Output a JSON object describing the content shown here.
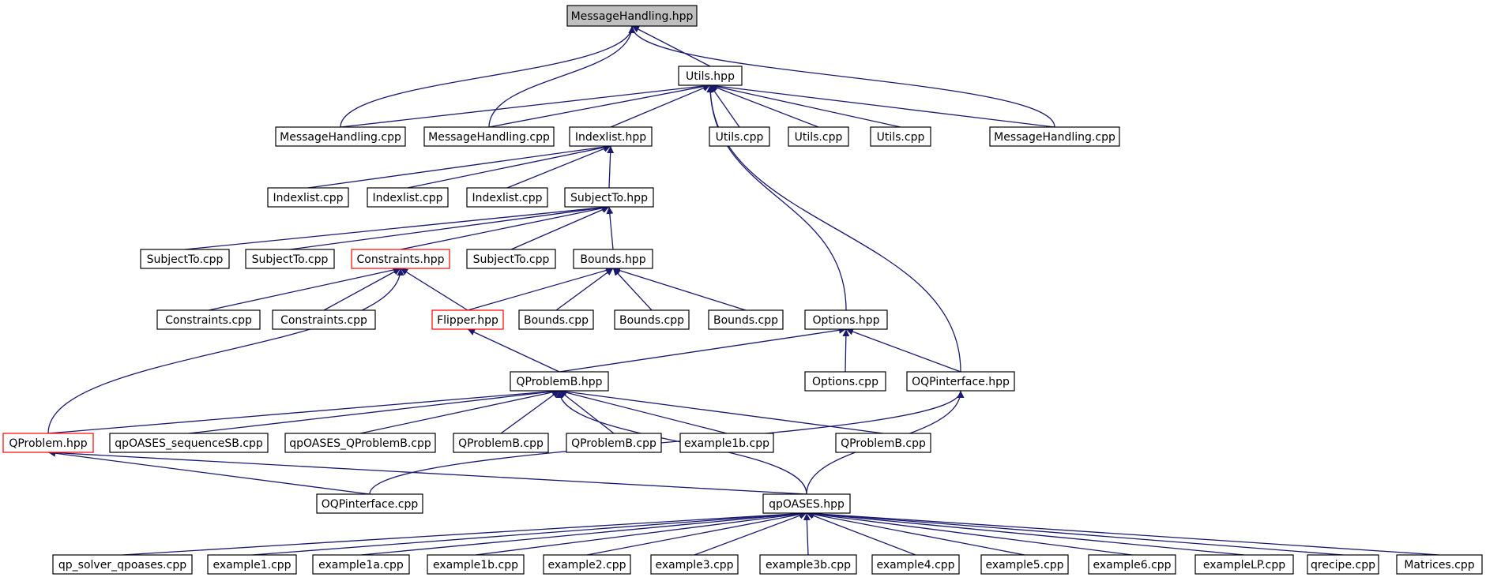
{
  "colors": {
    "edge": "#191970",
    "node_border": "#000000",
    "incomplete_border": "#ff0000",
    "root_fill": "#bfbfbf",
    "node_fill": "#ffffff"
  },
  "nodes": [
    {
      "id": "mh_hpp",
      "label": "MessageHandling.hpp",
      "style": "root"
    },
    {
      "id": "utils_hpp",
      "label": "Utils.hpp",
      "style": "normal"
    },
    {
      "id": "mh1",
      "label": "MessageHandling.cpp",
      "style": "normal"
    },
    {
      "id": "mh2",
      "label": "MessageHandling.cpp",
      "style": "normal"
    },
    {
      "id": "indexlist_hpp",
      "label": "Indexlist.hpp",
      "style": "normal"
    },
    {
      "id": "utils1",
      "label": "Utils.cpp",
      "style": "normal"
    },
    {
      "id": "utils2",
      "label": "Utils.cpp",
      "style": "normal"
    },
    {
      "id": "utils3",
      "label": "Utils.cpp",
      "style": "normal"
    },
    {
      "id": "mh3",
      "label": "MessageHandling.cpp",
      "style": "normal"
    },
    {
      "id": "il1",
      "label": "Indexlist.cpp",
      "style": "normal"
    },
    {
      "id": "il2",
      "label": "Indexlist.cpp",
      "style": "normal"
    },
    {
      "id": "il3",
      "label": "Indexlist.cpp",
      "style": "normal"
    },
    {
      "id": "subjectto_hpp",
      "label": "SubjectTo.hpp",
      "style": "normal"
    },
    {
      "id": "st1",
      "label": "SubjectTo.cpp",
      "style": "normal"
    },
    {
      "id": "st2",
      "label": "SubjectTo.cpp",
      "style": "normal"
    },
    {
      "id": "constraints_hpp",
      "label": "Constraints.hpp",
      "style": "incomplete"
    },
    {
      "id": "st3",
      "label": "SubjectTo.cpp",
      "style": "normal"
    },
    {
      "id": "bounds_hpp",
      "label": "Bounds.hpp",
      "style": "normal"
    },
    {
      "id": "c1",
      "label": "Constraints.cpp",
      "style": "normal"
    },
    {
      "id": "c2",
      "label": "Constraints.cpp",
      "style": "normal"
    },
    {
      "id": "flipper_hpp",
      "label": "Flipper.hpp",
      "style": "incomplete"
    },
    {
      "id": "b1",
      "label": "Bounds.cpp",
      "style": "normal"
    },
    {
      "id": "b2",
      "label": "Bounds.cpp",
      "style": "normal"
    },
    {
      "id": "b3",
      "label": "Bounds.cpp",
      "style": "normal"
    },
    {
      "id": "options_hpp",
      "label": "Options.hpp",
      "style": "normal"
    },
    {
      "id": "qpb_hpp",
      "label": "QProblemB.hpp",
      "style": "normal"
    },
    {
      "id": "options_cpp",
      "label": "Options.cpp",
      "style": "normal"
    },
    {
      "id": "oqp_hpp",
      "label": "OQPinterface.hpp",
      "style": "normal"
    },
    {
      "id": "qp_hpp",
      "label": "QProblem.hpp",
      "style": "incomplete"
    },
    {
      "id": "seqsb",
      "label": "qpOASES_sequenceSB.cpp",
      "style": "normal"
    },
    {
      "id": "qpoqpb",
      "label": "qpOASES_QProblemB.cpp",
      "style": "normal"
    },
    {
      "id": "qpb1",
      "label": "QProblemB.cpp",
      "style": "normal"
    },
    {
      "id": "qpb2",
      "label": "QProblemB.cpp",
      "style": "normal"
    },
    {
      "id": "ex1b_a",
      "label": "example1b.cpp",
      "style": "normal"
    },
    {
      "id": "qpb3",
      "label": "QProblemB.cpp",
      "style": "normal"
    },
    {
      "id": "oqp_cpp",
      "label": "OQPinterface.cpp",
      "style": "normal"
    },
    {
      "id": "qpoases_hpp",
      "label": "qpOASES.hpp",
      "style": "normal"
    },
    {
      "id": "qpsolver",
      "label": "qp_solver_qpoases.cpp",
      "style": "normal"
    },
    {
      "id": "ex1",
      "label": "example1.cpp",
      "style": "normal"
    },
    {
      "id": "ex1a",
      "label": "example1a.cpp",
      "style": "normal"
    },
    {
      "id": "ex1b",
      "label": "example1b.cpp",
      "style": "normal"
    },
    {
      "id": "ex2",
      "label": "example2.cpp",
      "style": "normal"
    },
    {
      "id": "ex3",
      "label": "example3.cpp",
      "style": "normal"
    },
    {
      "id": "ex3b",
      "label": "example3b.cpp",
      "style": "normal"
    },
    {
      "id": "ex4",
      "label": "example4.cpp",
      "style": "normal"
    },
    {
      "id": "ex5",
      "label": "example5.cpp",
      "style": "normal"
    },
    {
      "id": "ex6",
      "label": "example6.cpp",
      "style": "normal"
    },
    {
      "id": "exlp",
      "label": "exampleLP.cpp",
      "style": "normal"
    },
    {
      "id": "qrecipe",
      "label": "qrecipe.cpp",
      "style": "normal"
    },
    {
      "id": "matrices",
      "label": "Matrices.cpp",
      "style": "normal"
    }
  ],
  "edges": [
    [
      "mh_hpp",
      "utils_hpp"
    ],
    [
      "mh_hpp",
      "mh1"
    ],
    [
      "mh_hpp",
      "mh2"
    ],
    [
      "mh_hpp",
      "mh3"
    ],
    [
      "utils_hpp",
      "mh1"
    ],
    [
      "utils_hpp",
      "mh2"
    ],
    [
      "utils_hpp",
      "indexlist_hpp"
    ],
    [
      "utils_hpp",
      "utils1"
    ],
    [
      "utils_hpp",
      "utils2"
    ],
    [
      "utils_hpp",
      "utils3"
    ],
    [
      "utils_hpp",
      "mh3"
    ],
    [
      "utils_hpp",
      "options_hpp"
    ],
    [
      "utils_hpp",
      "oqp_hpp"
    ],
    [
      "indexlist_hpp",
      "il1"
    ],
    [
      "indexlist_hpp",
      "il2"
    ],
    [
      "indexlist_hpp",
      "il3"
    ],
    [
      "indexlist_hpp",
      "subjectto_hpp"
    ],
    [
      "subjectto_hpp",
      "st1"
    ],
    [
      "subjectto_hpp",
      "st2"
    ],
    [
      "subjectto_hpp",
      "constraints_hpp"
    ],
    [
      "subjectto_hpp",
      "st3"
    ],
    [
      "subjectto_hpp",
      "bounds_hpp"
    ],
    [
      "constraints_hpp",
      "c1"
    ],
    [
      "constraints_hpp",
      "c2"
    ],
    [
      "constraints_hpp",
      "flipper_hpp"
    ],
    [
      "constraints_hpp",
      "qp_hpp"
    ],
    [
      "bounds_hpp",
      "flipper_hpp"
    ],
    [
      "bounds_hpp",
      "b1"
    ],
    [
      "bounds_hpp",
      "b2"
    ],
    [
      "bounds_hpp",
      "b3"
    ],
    [
      "flipper_hpp",
      "qpb_hpp"
    ],
    [
      "options_hpp",
      "qpb_hpp"
    ],
    [
      "options_hpp",
      "options_cpp"
    ],
    [
      "options_hpp",
      "oqp_hpp"
    ],
    [
      "qpb_hpp",
      "qp_hpp"
    ],
    [
      "qpb_hpp",
      "seqsb"
    ],
    [
      "qpb_hpp",
      "qpoqpb"
    ],
    [
      "qpb_hpp",
      "qpb1"
    ],
    [
      "qpb_hpp",
      "qpb2"
    ],
    [
      "qpb_hpp",
      "ex1b_a"
    ],
    [
      "qpb_hpp",
      "qpb3"
    ],
    [
      "qpb_hpp",
      "qpoases_hpp"
    ],
    [
      "oqp_hpp",
      "oqp_cpp"
    ],
    [
      "oqp_hpp",
      "qpoases_hpp"
    ],
    [
      "qp_hpp",
      "oqp_cpp"
    ],
    [
      "qp_hpp",
      "qpoases_hpp"
    ],
    [
      "qpoases_hpp",
      "qpsolver"
    ],
    [
      "qpoases_hpp",
      "ex1"
    ],
    [
      "qpoases_hpp",
      "ex1a"
    ],
    [
      "qpoases_hpp",
      "ex1b"
    ],
    [
      "qpoases_hpp",
      "ex2"
    ],
    [
      "qpoases_hpp",
      "ex3"
    ],
    [
      "qpoases_hpp",
      "ex3b"
    ],
    [
      "qpoases_hpp",
      "ex4"
    ],
    [
      "qpoases_hpp",
      "ex5"
    ],
    [
      "qpoases_hpp",
      "ex6"
    ],
    [
      "qpoases_hpp",
      "exlp"
    ],
    [
      "qpoases_hpp",
      "qrecipe"
    ],
    [
      "qpoases_hpp",
      "matrices"
    ]
  ]
}
